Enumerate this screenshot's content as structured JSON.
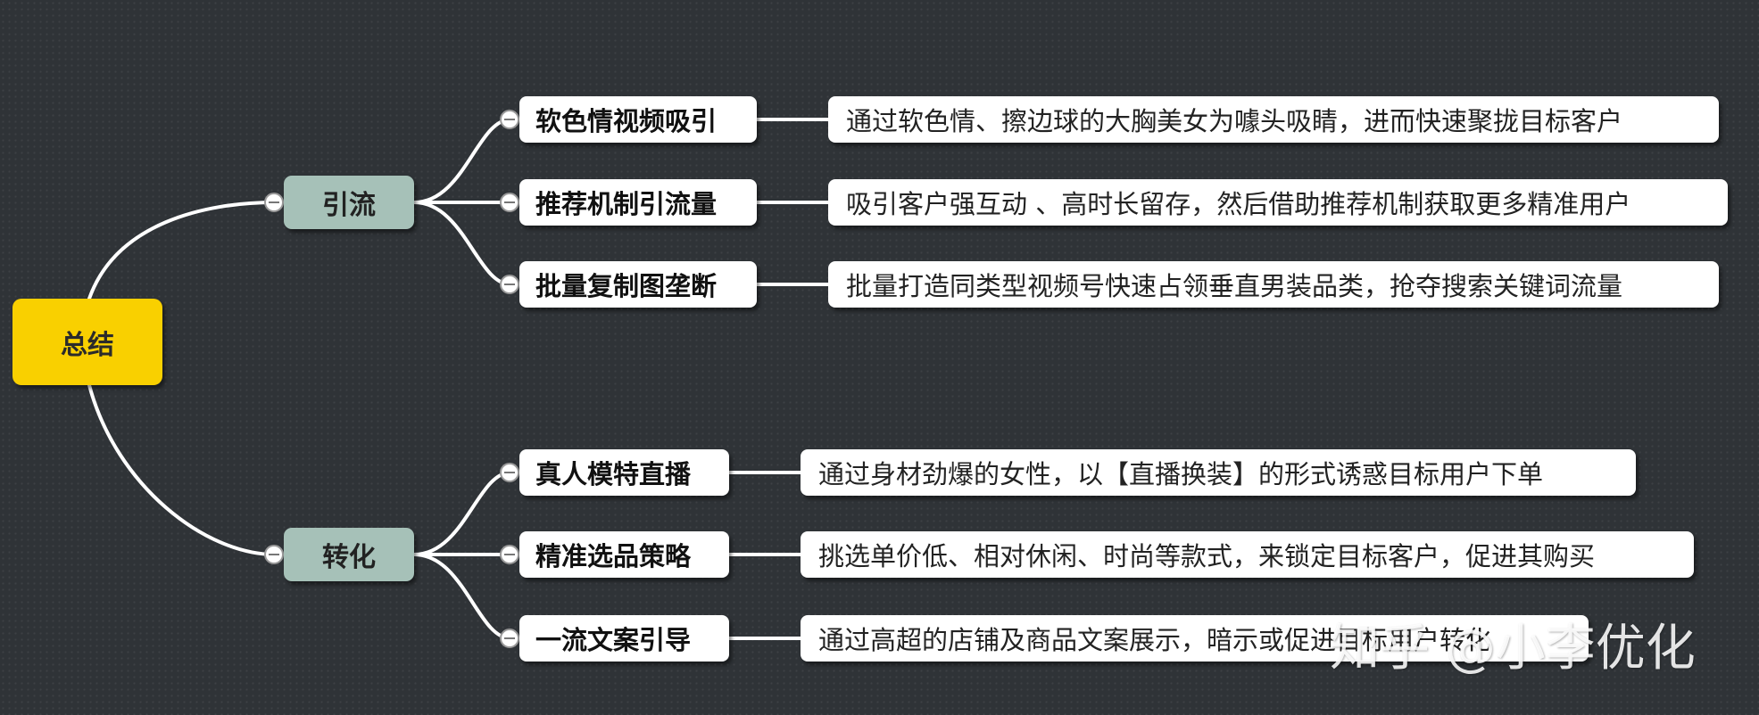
{
  "root": {
    "label": "总结"
  },
  "branches": [
    {
      "label": "引流",
      "topics": [
        {
          "label": "软色情视频吸引",
          "detail": "通过软色情、擦边球的大胸美女为噱头吸睛，进而快速聚拢目标客户"
        },
        {
          "label": "推荐机制引流量",
          "detail": "吸引客户强互动 、高时长留存，然后借助推荐机制获取更多精准用户"
        },
        {
          "label": "批量复制图垄断",
          "detail": "批量打造同类型视频号快速占领垂直男装品类，抢夺搜索关键词流量"
        }
      ]
    },
    {
      "label": "转化",
      "topics": [
        {
          "label": "真人模特直播",
          "detail": "通过身材劲爆的女性，以【直播换装】的形式诱惑目标用户下单"
        },
        {
          "label": "精准选品策略",
          "detail": "挑选单价低、相对休闲、时尚等款式，来锁定目标客户，促进其购买"
        },
        {
          "label": "一流文案引导",
          "detail": "通过高超的店铺及商品文案展示，暗示或促进目标用户转化"
        }
      ]
    }
  ],
  "watermark": {
    "text": "知乎 @小李优化"
  },
  "colors": {
    "background": "#2f3337",
    "root_fill": "#f9d000",
    "branch_fill": "#a6c1b8",
    "topic_fill": "#ffffff",
    "connector": "#ffffff"
  }
}
